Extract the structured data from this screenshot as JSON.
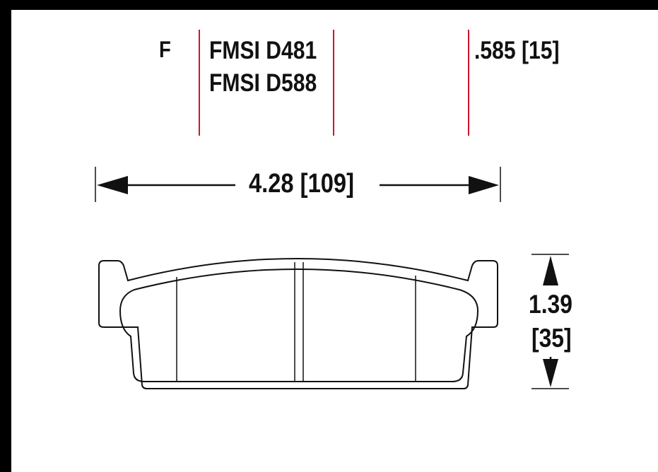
{
  "header": {
    "position_code": "F",
    "fmsi_numbers": [
      "FMSI D481",
      "FMSI D588"
    ],
    "thickness": ".585 [15]"
  },
  "dimensions": {
    "width_label": "4.28 [109]",
    "height_value": "1.39",
    "height_metric": "[35]"
  },
  "colors": {
    "background": "#ffffff",
    "border": "#000000",
    "separator": "#d0142c",
    "ink": "#111111"
  }
}
